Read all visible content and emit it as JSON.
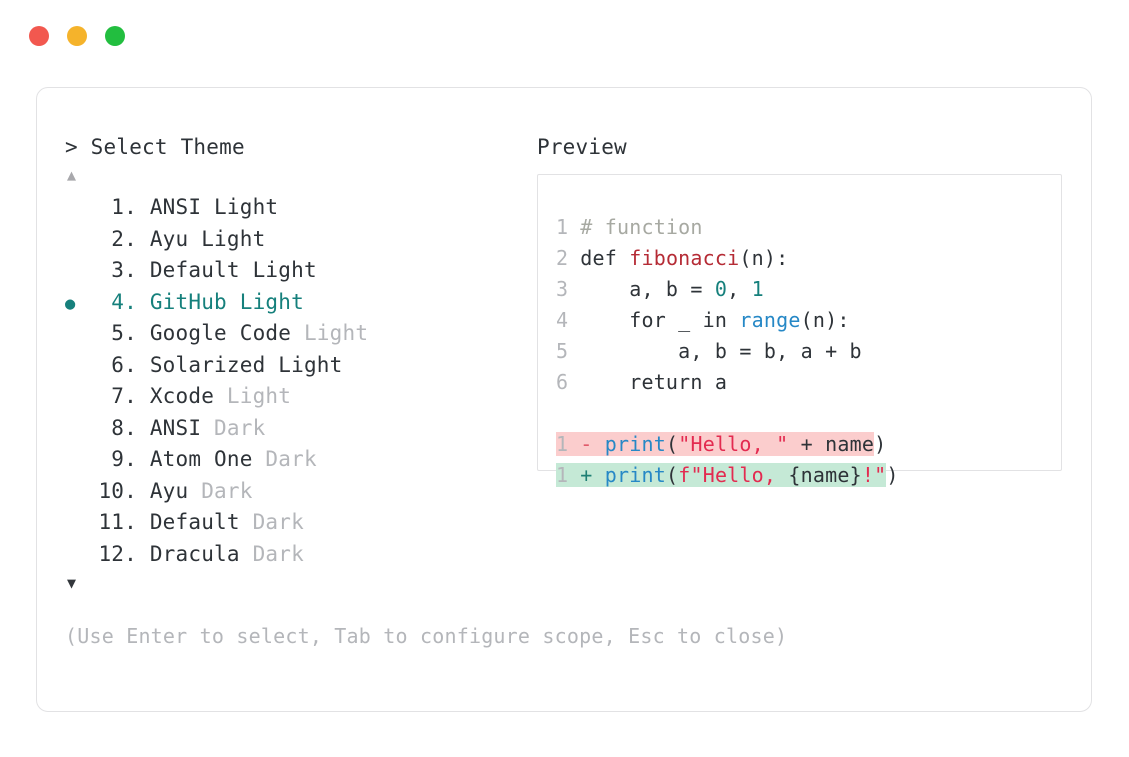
{
  "window": {
    "traffic_lights": [
      {
        "name": "close",
        "color": "#f2584f"
      },
      {
        "name": "minimize",
        "color": "#f5b32b"
      },
      {
        "name": "zoom",
        "color": "#22be3f"
      }
    ]
  },
  "prompt": {
    "heading": "> Select Theme",
    "scroll_up": "▲",
    "scroll_down": "▼",
    "selected_index": 4,
    "items": [
      {
        "bullet": "",
        "number": " 1.",
        "name": "ANSI Light",
        "variant": "",
        "selected": false
      },
      {
        "bullet": "",
        "number": " 2.",
        "name": "Ayu Light",
        "variant": "",
        "selected": false
      },
      {
        "bullet": "",
        "number": " 3.",
        "name": "Default Light",
        "variant": "",
        "selected": false
      },
      {
        "bullet": "●",
        "number": " 4.",
        "name": "GitHub Light",
        "variant": "",
        "selected": true
      },
      {
        "bullet": "",
        "number": " 5.",
        "name": "Google Code",
        "variant": " Light",
        "selected": false
      },
      {
        "bullet": "",
        "number": " 6.",
        "name": "Solarized Light",
        "variant": "",
        "selected": false
      },
      {
        "bullet": "",
        "number": " 7.",
        "name": "Xcode",
        "variant": " Light",
        "selected": false
      },
      {
        "bullet": "",
        "number": " 8.",
        "name": "ANSI",
        "variant": " Dark",
        "selected": false
      },
      {
        "bullet": "",
        "number": " 9.",
        "name": "Atom One",
        "variant": " Dark",
        "selected": false
      },
      {
        "bullet": "",
        "number": "10.",
        "name": "Ayu",
        "variant": " Dark",
        "selected": false
      },
      {
        "bullet": "",
        "number": "11.",
        "name": "Default",
        "variant": " Dark",
        "selected": false
      },
      {
        "bullet": "",
        "number": "12.",
        "name": "Dracula",
        "variant": " Dark",
        "selected": false
      }
    ],
    "hint": "(Use Enter to select, Tab to configure scope, Esc to close)"
  },
  "preview": {
    "label": "Preview",
    "code_lines": [
      {
        "num": "1",
        "tokens": [
          {
            "t": "# function",
            "c": "comment"
          }
        ]
      },
      {
        "num": "2",
        "tokens": [
          {
            "t": "def ",
            "c": "plain"
          },
          {
            "t": "fibonacci",
            "c": "func"
          },
          {
            "t": "(n):",
            "c": "plain"
          }
        ]
      },
      {
        "num": "3",
        "tokens": [
          {
            "t": "    a, b = ",
            "c": "plain"
          },
          {
            "t": "0",
            "c": "num"
          },
          {
            "t": ", ",
            "c": "plain"
          },
          {
            "t": "1",
            "c": "num"
          }
        ]
      },
      {
        "num": "4",
        "tokens": [
          {
            "t": "    for _ in ",
            "c": "plain"
          },
          {
            "t": "range",
            "c": "builtin"
          },
          {
            "t": "(n):",
            "c": "plain"
          }
        ]
      },
      {
        "num": "5",
        "tokens": [
          {
            "t": "        a, b = b, a + b",
            "c": "plain"
          }
        ]
      },
      {
        "num": "6",
        "tokens": [
          {
            "t": "    return a",
            "c": "plain"
          }
        ]
      }
    ],
    "diff_lines": [
      {
        "num": "1",
        "kind": "del",
        "sign": "-",
        "tokens": [
          {
            "t": "print",
            "c": "builtin"
          },
          {
            "t": "(",
            "c": "plain"
          },
          {
            "t": "\"Hello, \"",
            "c": "str"
          },
          {
            "t": " + name",
            "c": "plain"
          },
          {
            "t": ")",
            "c": "plain"
          }
        ]
      },
      {
        "num": "1",
        "kind": "add",
        "sign": "+",
        "tokens": [
          {
            "t": "print",
            "c": "builtin"
          },
          {
            "t": "(",
            "c": "plain"
          },
          {
            "t": "f\"Hello, ",
            "c": "str"
          },
          {
            "t": "{name}",
            "c": "plain"
          },
          {
            "t": "!\"",
            "c": "str"
          },
          {
            "t": ")",
            "c": "plain"
          }
        ]
      }
    ]
  },
  "colors": {
    "accent_teal": "#16807c",
    "muted": "#b4b6ba",
    "text": "#2e3338",
    "border": "#e2e2e4",
    "diff_del_bg": "#fbcdcd",
    "diff_add_bg": "#c5e9d6"
  }
}
